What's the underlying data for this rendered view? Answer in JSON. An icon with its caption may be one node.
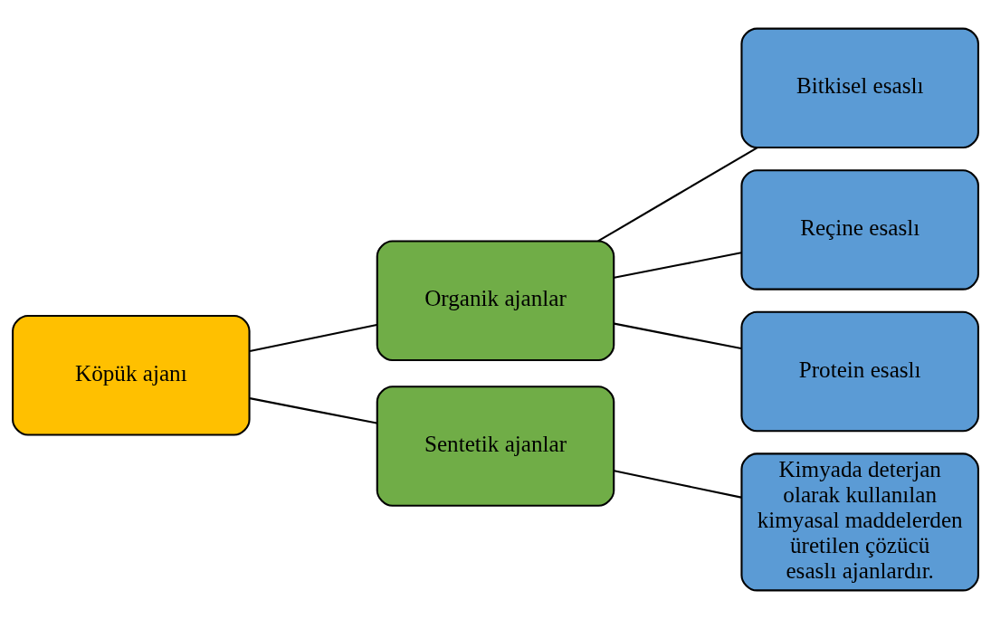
{
  "diagram": {
    "nodes": [
      {
        "text": [
          "Köpük ajanı"
        ]
      },
      {
        "text": [
          "Organik ajanlar"
        ]
      },
      {
        "text": [
          "Sentetik ajanlar"
        ]
      },
      {
        "text": [
          "Bitkisel esaslı"
        ]
      },
      {
        "text": [
          "Reçine esaslı"
        ]
      },
      {
        "text": [
          "Protein esaslı"
        ]
      },
      {
        "text": [
          "Kimyada deterjan olarak kullanılan kimyasal maddelerden üretilen çözücü esaslı ajanlardır."
        ]
      }
    ],
    "edges": [
      {
        "from": 0,
        "to": 1,
        "arrow": "none"
      },
      {
        "from": 0,
        "to": 2,
        "arrow": "none"
      },
      {
        "from": 1,
        "to": 3,
        "arrow": "none"
      },
      {
        "from": 1,
        "to": 4,
        "arrow": "none"
      },
      {
        "from": 1,
        "to": 5,
        "arrow": "none"
      },
      {
        "from": 2,
        "to": 6,
        "arrow": "none"
      }
    ]
  }
}
